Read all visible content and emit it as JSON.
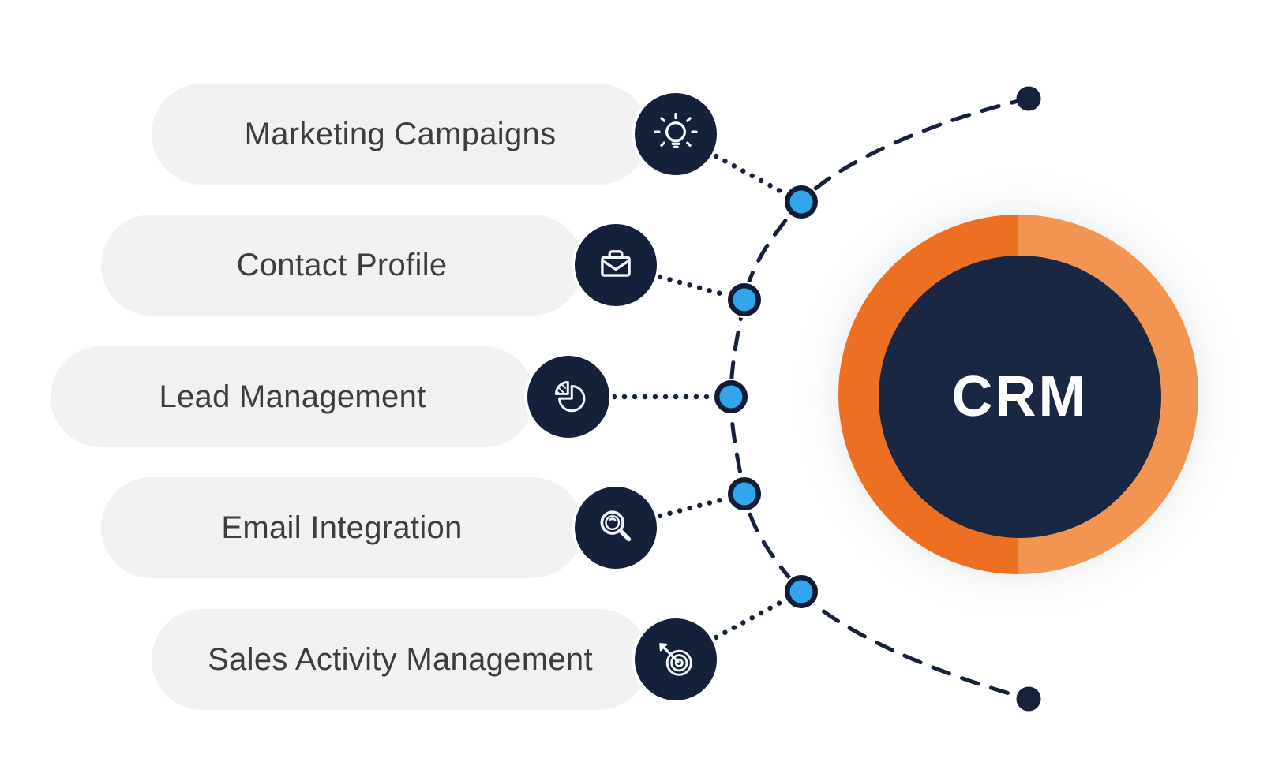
{
  "title": "CRM infographic",
  "center": {
    "label": "CRM"
  },
  "items": [
    {
      "label": "Marketing Campaigns",
      "icon": "lightbulb-icon"
    },
    {
      "label": "Contact Profile",
      "icon": "briefcase-icon"
    },
    {
      "label": "Lead Management",
      "icon": "pie-chart-icon"
    },
    {
      "label": "Email Integration",
      "icon": "search-icon"
    },
    {
      "label": "Sales Activity Management",
      "icon": "target-icon"
    }
  ],
  "colors": {
    "navy": "#15213a",
    "inner_circle_navy": "#1a2743",
    "node_blue": "#33a5ec",
    "orange_dark": "#ed6f21",
    "orange_light": "#f29552",
    "pill_gray": "#f1f1f2",
    "label_text": "#3d3d3d",
    "crm_text": "#ffffff"
  }
}
